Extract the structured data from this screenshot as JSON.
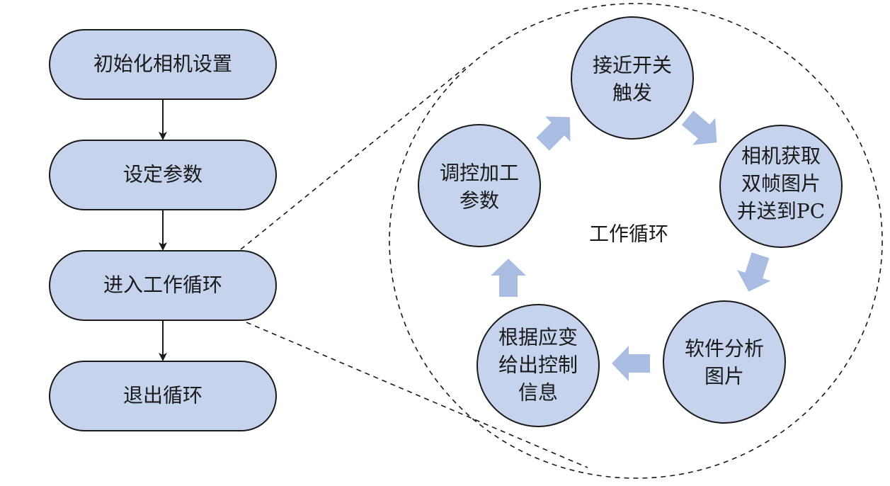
{
  "colors": {
    "node_fill": "#c5d3ed",
    "arrow_fill": "#a9bde3",
    "stroke": "#1a1a1a"
  },
  "flow": {
    "steps": [
      {
        "label": "初始化相机设置"
      },
      {
        "label": "设定参数"
      },
      {
        "label": "进入工作循环"
      },
      {
        "label": "退出循环"
      }
    ]
  },
  "cycle": {
    "center_label": "工作循环",
    "nodes": [
      {
        "lines": [
          "接近开关",
          "触发"
        ]
      },
      {
        "lines": [
          "相机获取",
          "双帧图片",
          "并送到PC"
        ]
      },
      {
        "lines": [
          "软件分析",
          "图片"
        ]
      },
      {
        "lines": [
          "根据应变",
          "给出控制",
          "信息"
        ]
      },
      {
        "lines": [
          "调控加工",
          "参数"
        ]
      }
    ]
  }
}
